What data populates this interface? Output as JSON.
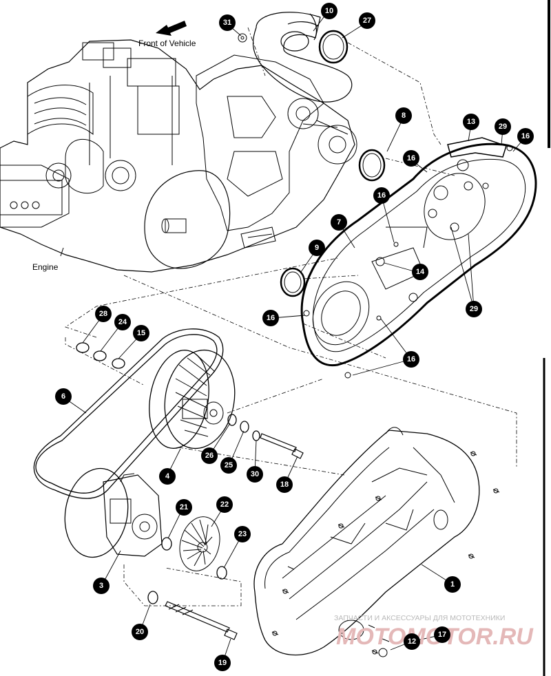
{
  "labels": {
    "front_of_vehicle": "Front of Vehicle",
    "engine": "Engine"
  },
  "callouts": [
    "31",
    "10",
    "27",
    "8",
    "13",
    "29",
    "16",
    "16",
    "16",
    "7",
    "9",
    "14",
    "29",
    "16",
    "16",
    "28",
    "24",
    "15",
    "6",
    "26",
    "25",
    "30",
    "18",
    "4",
    "21",
    "22",
    "23",
    "3",
    "1",
    "20",
    "12",
    "17",
    "19"
  ],
  "watermark": {
    "caption": "ЗАПЧАСТИ И АКСЕССУАРЫ ДЛЯ МОТОТЕХНИКИ",
    "brand": "MOTOMOTOR.RU"
  },
  "colors": {
    "line": "#000000",
    "watermark": "#d9a0a0"
  }
}
